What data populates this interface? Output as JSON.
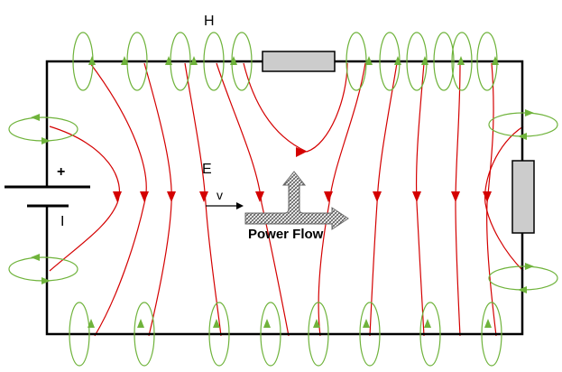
{
  "labels": {
    "h_field": "H",
    "e_field": "E",
    "velocity": "v",
    "current": "I",
    "battery_plus": "+",
    "power_flow": "Power Flow"
  },
  "colors": {
    "e_field": "#d40000",
    "h_field": "#6fb33b",
    "wire": "#000000",
    "resistor_fill": "#cccccc",
    "arrow_fill": "#9a9a9a"
  }
}
